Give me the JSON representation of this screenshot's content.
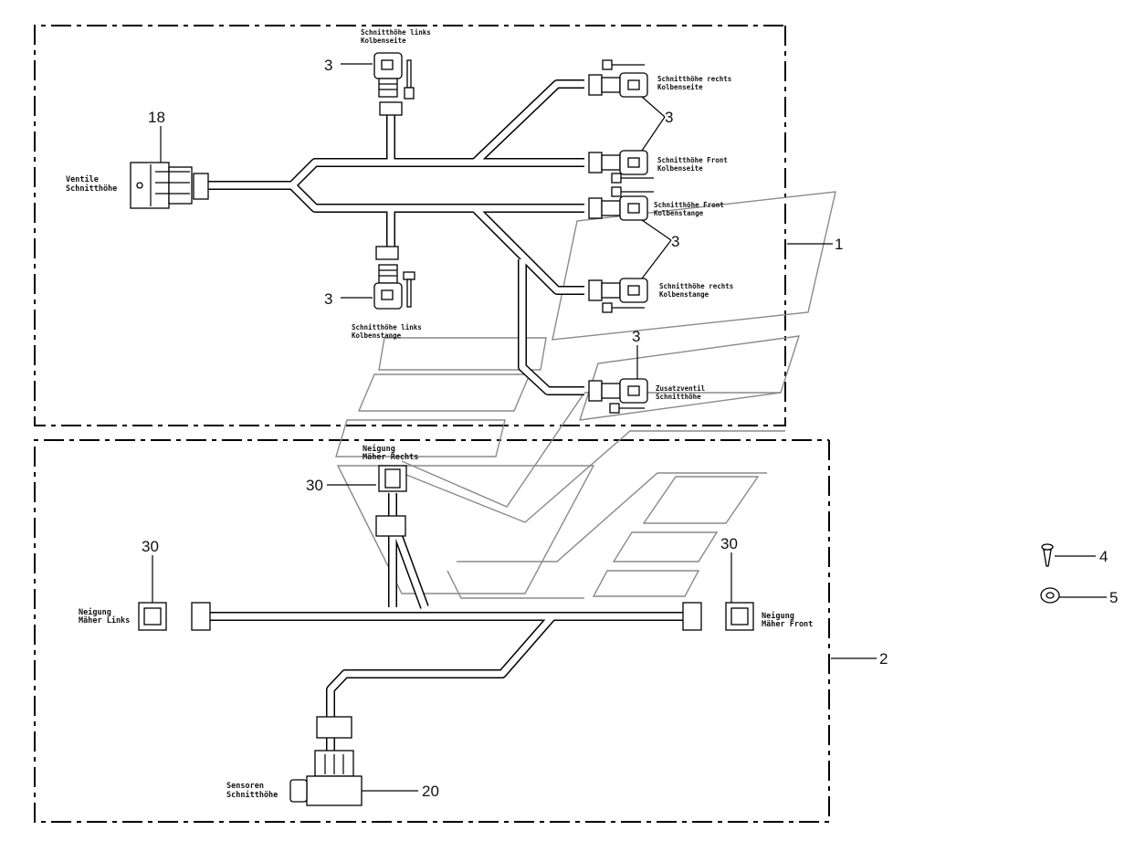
{
  "callouts": {
    "c1": "1",
    "c2": "2",
    "c3a": "3",
    "c3b": "3",
    "c3c": "3",
    "c3d": "3",
    "c3e": "3",
    "c4": "4",
    "c5": "5",
    "c18": "18",
    "c20": "20",
    "c30a": "30",
    "c30b": "30",
    "c30c": "30"
  },
  "labels": {
    "ventile_1": "Ventile",
    "ventile_2": "Schnitthöhe",
    "links_kolbenseite_1": "Schnitthöhe links",
    "links_kolbenseite_2": "Kolbenseite",
    "rechts_kolbenseite_1": "Schnitthöhe rechts",
    "rechts_kolbenseite_2": "Kolbenseite",
    "front_kolbenseite_1": "Schnitthöhe Front",
    "front_kolbenseite_2": "Kolbenseite",
    "front_kolbenstange_1": "Schnitthöhe Front",
    "front_kolbenstange_2": "Kolbenstange",
    "rechts_kolbenstange_1": "Schnitthöhe rechts",
    "rechts_kolbenstange_2": "Kolbenstange",
    "links_kolbenstange_1": "Schnitthöhe links",
    "links_kolbenstange_2": "Kolbenstange",
    "zusatz_1": "Zusatzventil",
    "zusatz_2": "Schnitthöhe",
    "neigung_rechts_1": "Neigung",
    "neigung_rechts_2": "Mäher Rechts",
    "neigung_links_1": "Neigung",
    "neigung_links_2": "Mäher Links",
    "neigung_front_1": "Neigung",
    "neigung_front_2": "Mäher Front",
    "sensoren_1": "Sensoren",
    "sensoren_2": "Schnitthöhe"
  },
  "colors": {
    "line": "#000000",
    "ghost": "#8a8a8a",
    "background": "#ffffff"
  }
}
